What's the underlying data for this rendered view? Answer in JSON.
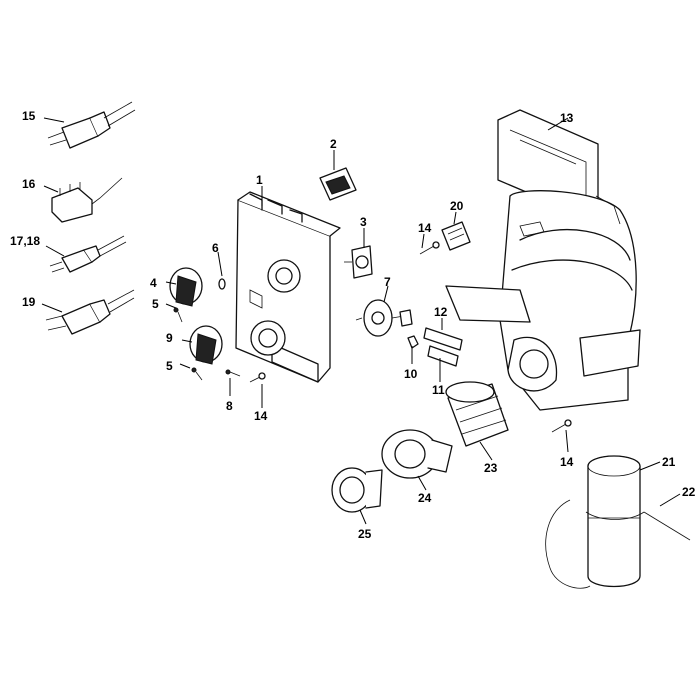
{
  "labels": {
    "p1": "1",
    "p2": "2",
    "p3": "3",
    "p4": "4",
    "p5a": "5",
    "p5b": "5",
    "p6": "6",
    "p7": "7",
    "p8": "8",
    "p9": "9",
    "p10": "10",
    "p11": "11",
    "p12": "12",
    "p13": "13",
    "p14a": "14",
    "p14b": "14",
    "p14c": "14",
    "p15": "15",
    "p16": "16",
    "p1718": "17,18",
    "p19": "19",
    "p20": "20",
    "p21": "21",
    "p22": "22",
    "p23": "23",
    "p24": "24",
    "p25": "25"
  },
  "icons": [
    "plug-icon",
    "switch-icon",
    "knob-icon",
    "screw-icon",
    "housing-icon",
    "filter-icon",
    "capacitor-icon"
  ]
}
